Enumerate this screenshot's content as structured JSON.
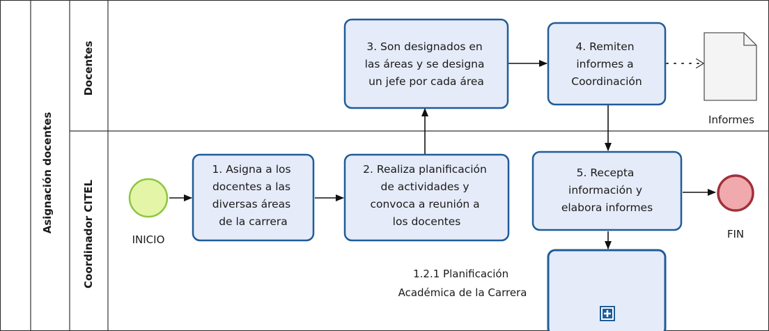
{
  "pool": {
    "label": "Asignación docentes"
  },
  "lanes": [
    {
      "id": "docentes",
      "label": "Docentes"
    },
    {
      "id": "coordinador",
      "label": "Coordinador CITEL"
    }
  ],
  "events": {
    "start": {
      "label": "INICIO",
      "color": "#e4f5a8",
      "stroke": "#8cc63f"
    },
    "end": {
      "label": "FIN",
      "color": "#f0a9ad",
      "stroke": "#a0303a"
    }
  },
  "tasks": [
    {
      "id": "t1",
      "lines": [
        "1. Asigna a los",
        "docentes a las",
        "diversas áreas",
        "de la carrera"
      ]
    },
    {
      "id": "t2",
      "lines": [
        "2. Realiza planificación",
        "de actividades y",
        "convoca a reunión a",
        "los docentes"
      ]
    },
    {
      "id": "t3",
      "lines": [
        "3. Son designados en",
        "las áreas y se designa",
        "un jefe por cada área"
      ]
    },
    {
      "id": "t4",
      "lines": [
        "4. Remiten",
        "informes a",
        "Coordinación"
      ]
    },
    {
      "id": "t5",
      "lines": [
        "5. Recepta",
        "información y",
        "elabora informes"
      ]
    }
  ],
  "subprocess": {
    "lines": [
      "1.2.1 Planificación",
      "Académica de la Carrera"
    ],
    "marker": "+"
  },
  "data_object": {
    "label": "Informes"
  },
  "colors": {
    "task_fill": "#e6ebf9",
    "task_stroke": "#1f5c99",
    "lane_stroke": "#333333"
  }
}
